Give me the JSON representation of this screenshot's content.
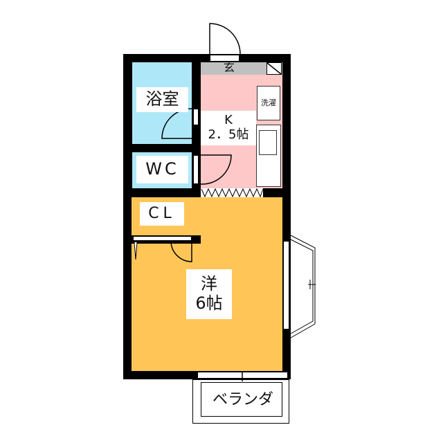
{
  "colors": {
    "bath": "#aee8f8",
    "kitchen": "#ffc8c8",
    "western": "#ffc657",
    "closet": "#d8d5cf",
    "entrance": "#c0c0c0",
    "wall": "#000000"
  },
  "rooms": {
    "entrance": "玄",
    "bath": "浴室",
    "kitchen": {
      "name": "K",
      "size": "2．5帖"
    },
    "laundry": "洗濯",
    "wc": "WC",
    "closet": "CL",
    "western": {
      "name": "洋",
      "size": "6帖"
    },
    "balcony": "ベランダ"
  }
}
